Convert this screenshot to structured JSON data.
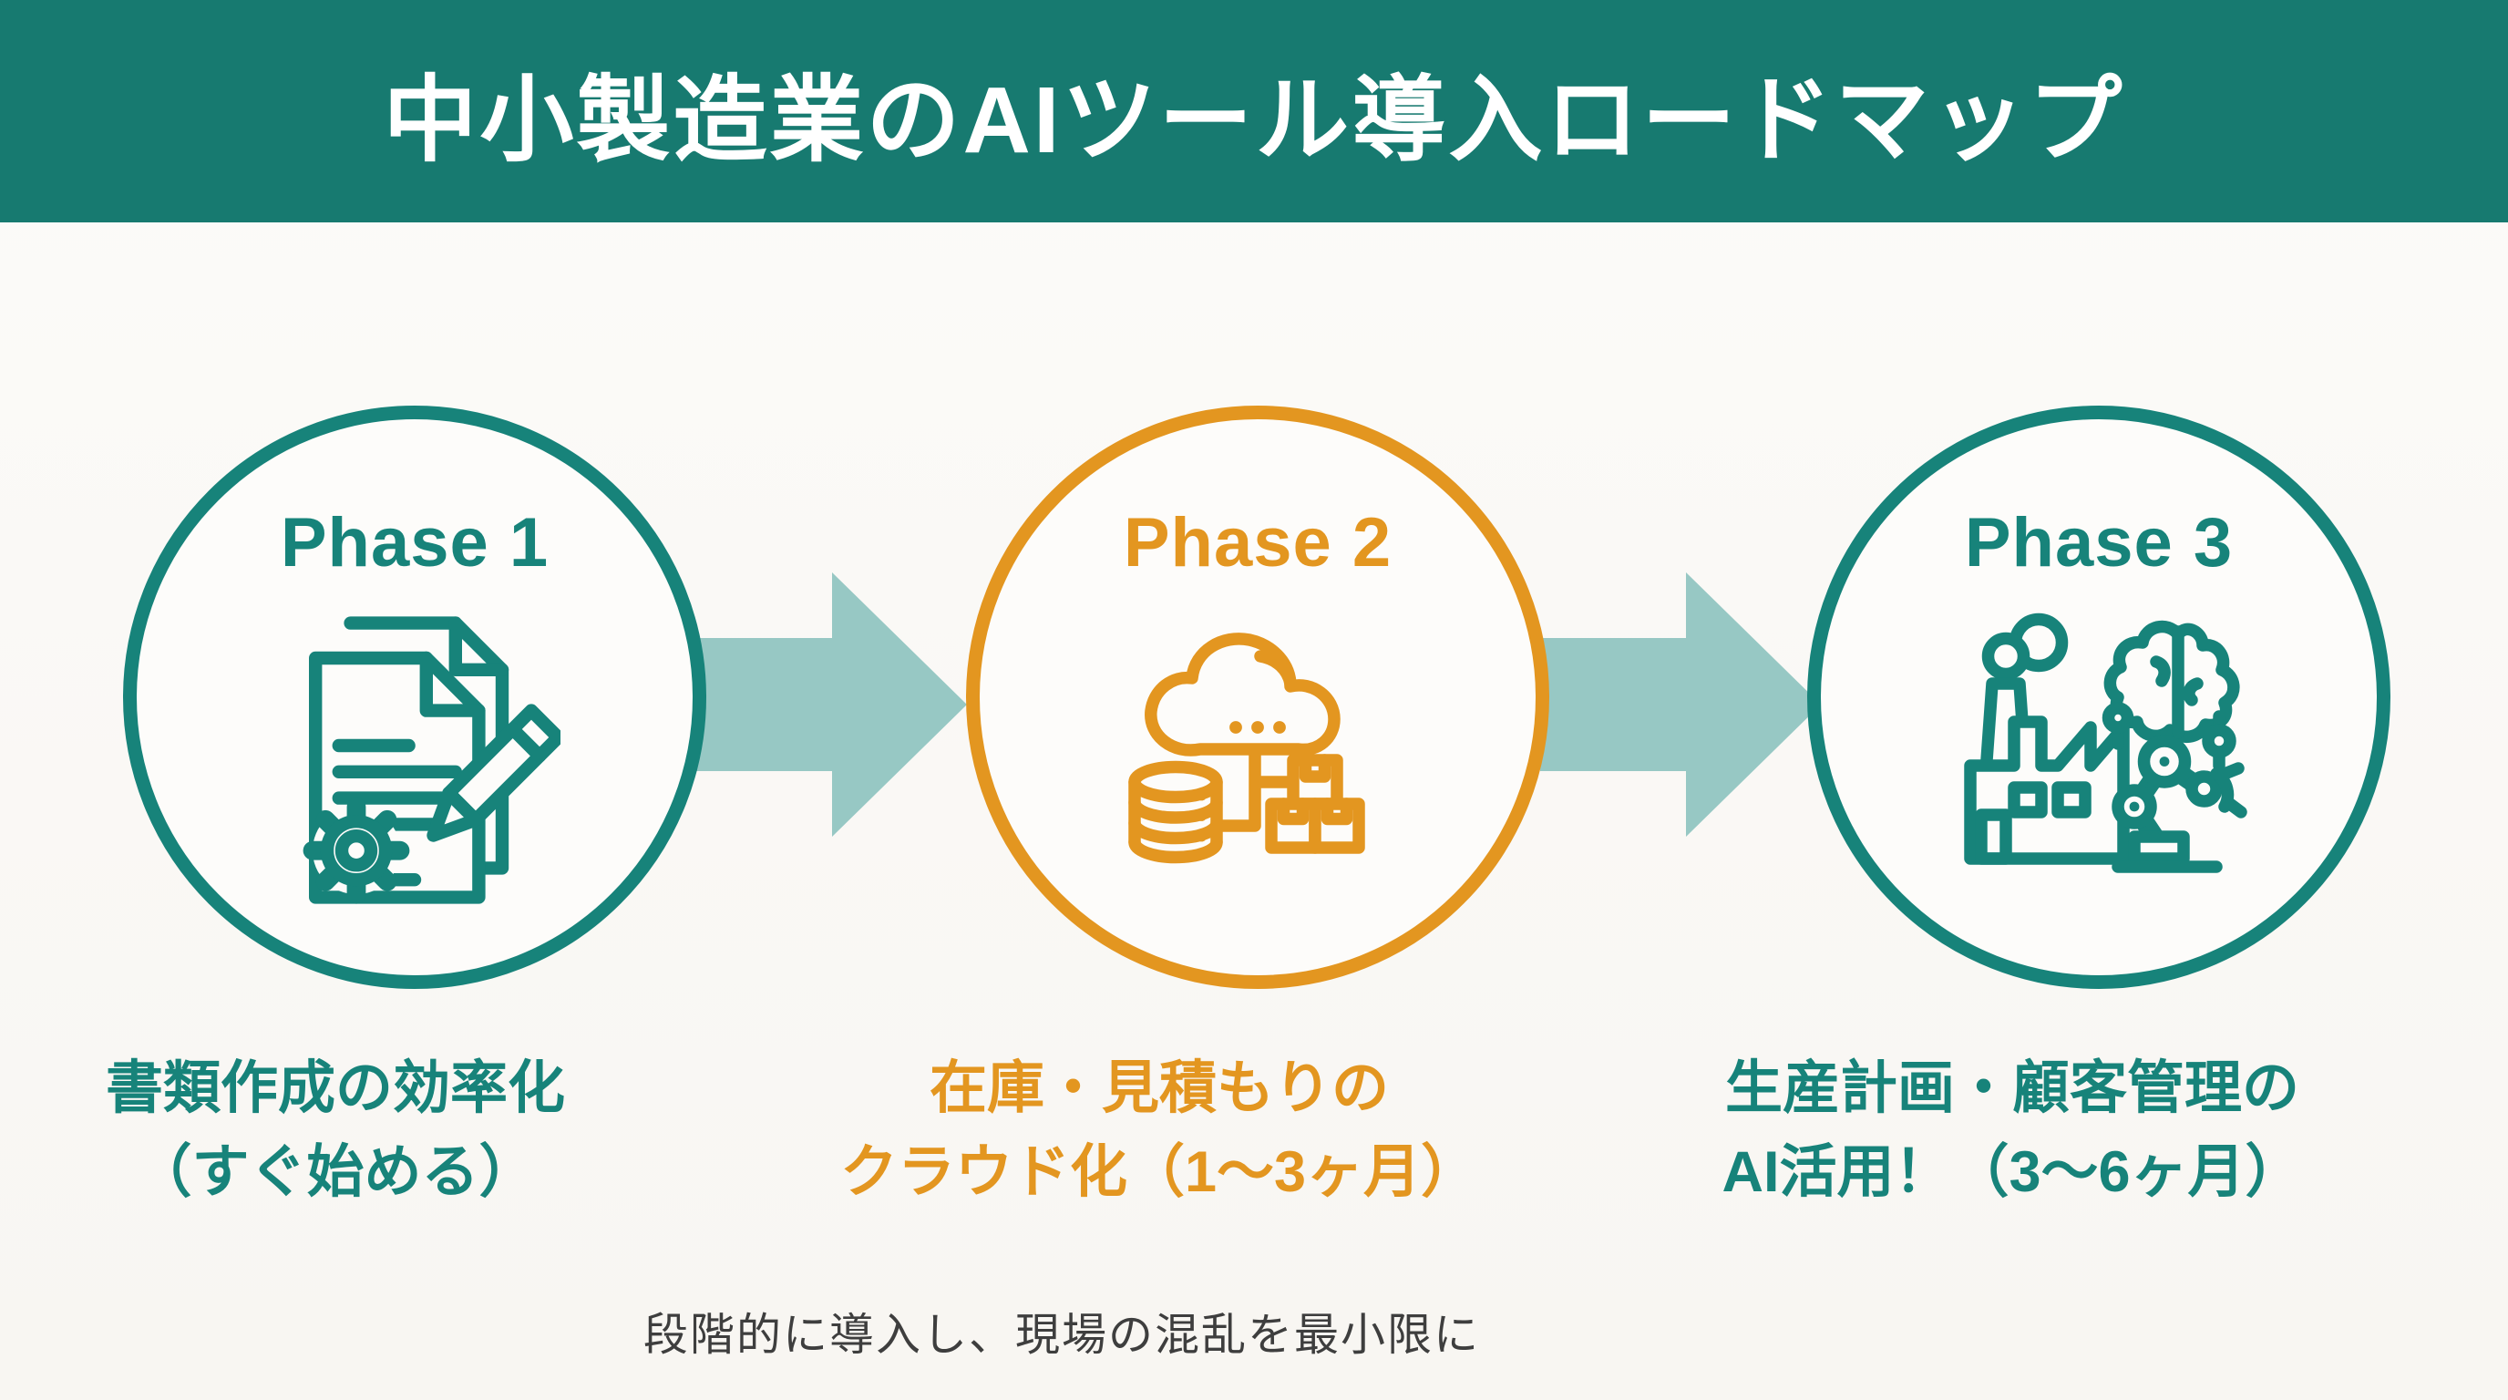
{
  "header": {
    "title": "中小製造業のAIツール導入ロードマップ"
  },
  "phases": [
    {
      "label": "Phase 1",
      "caption_line1": "書類作成の効率化",
      "caption_line2": "（すぐ始める）",
      "icon": "documents-gear-pencil-icon",
      "theme_color": "#17837A"
    },
    {
      "label": "Phase 2",
      "caption_line1": "在庫・見積もりの",
      "caption_line2": "クラウド化（1〜3ヶ月）",
      "icon": "cloud-database-boxes-icon",
      "theme_color": "#E39620"
    },
    {
      "label": "Phase 3",
      "caption_line1": "生産計画・顧客管理の",
      "caption_line2": "AI活用！（3〜6ヶ月）",
      "icon": "factory-ai-brain-robot-icon",
      "theme_color": "#17837A"
    }
  ],
  "footer": {
    "note": "段階的に導入し、現場の混乱を最小限に"
  },
  "colors": {
    "header_background": "#177A70",
    "title_text": "#FFFFFF",
    "teal": "#17837A",
    "orange": "#E39620",
    "arrow_fill": "#97C8C4",
    "page_background": "#FAF8F5",
    "circle_fill": "#FDFCFA",
    "note_text": "#3E3E3E"
  }
}
